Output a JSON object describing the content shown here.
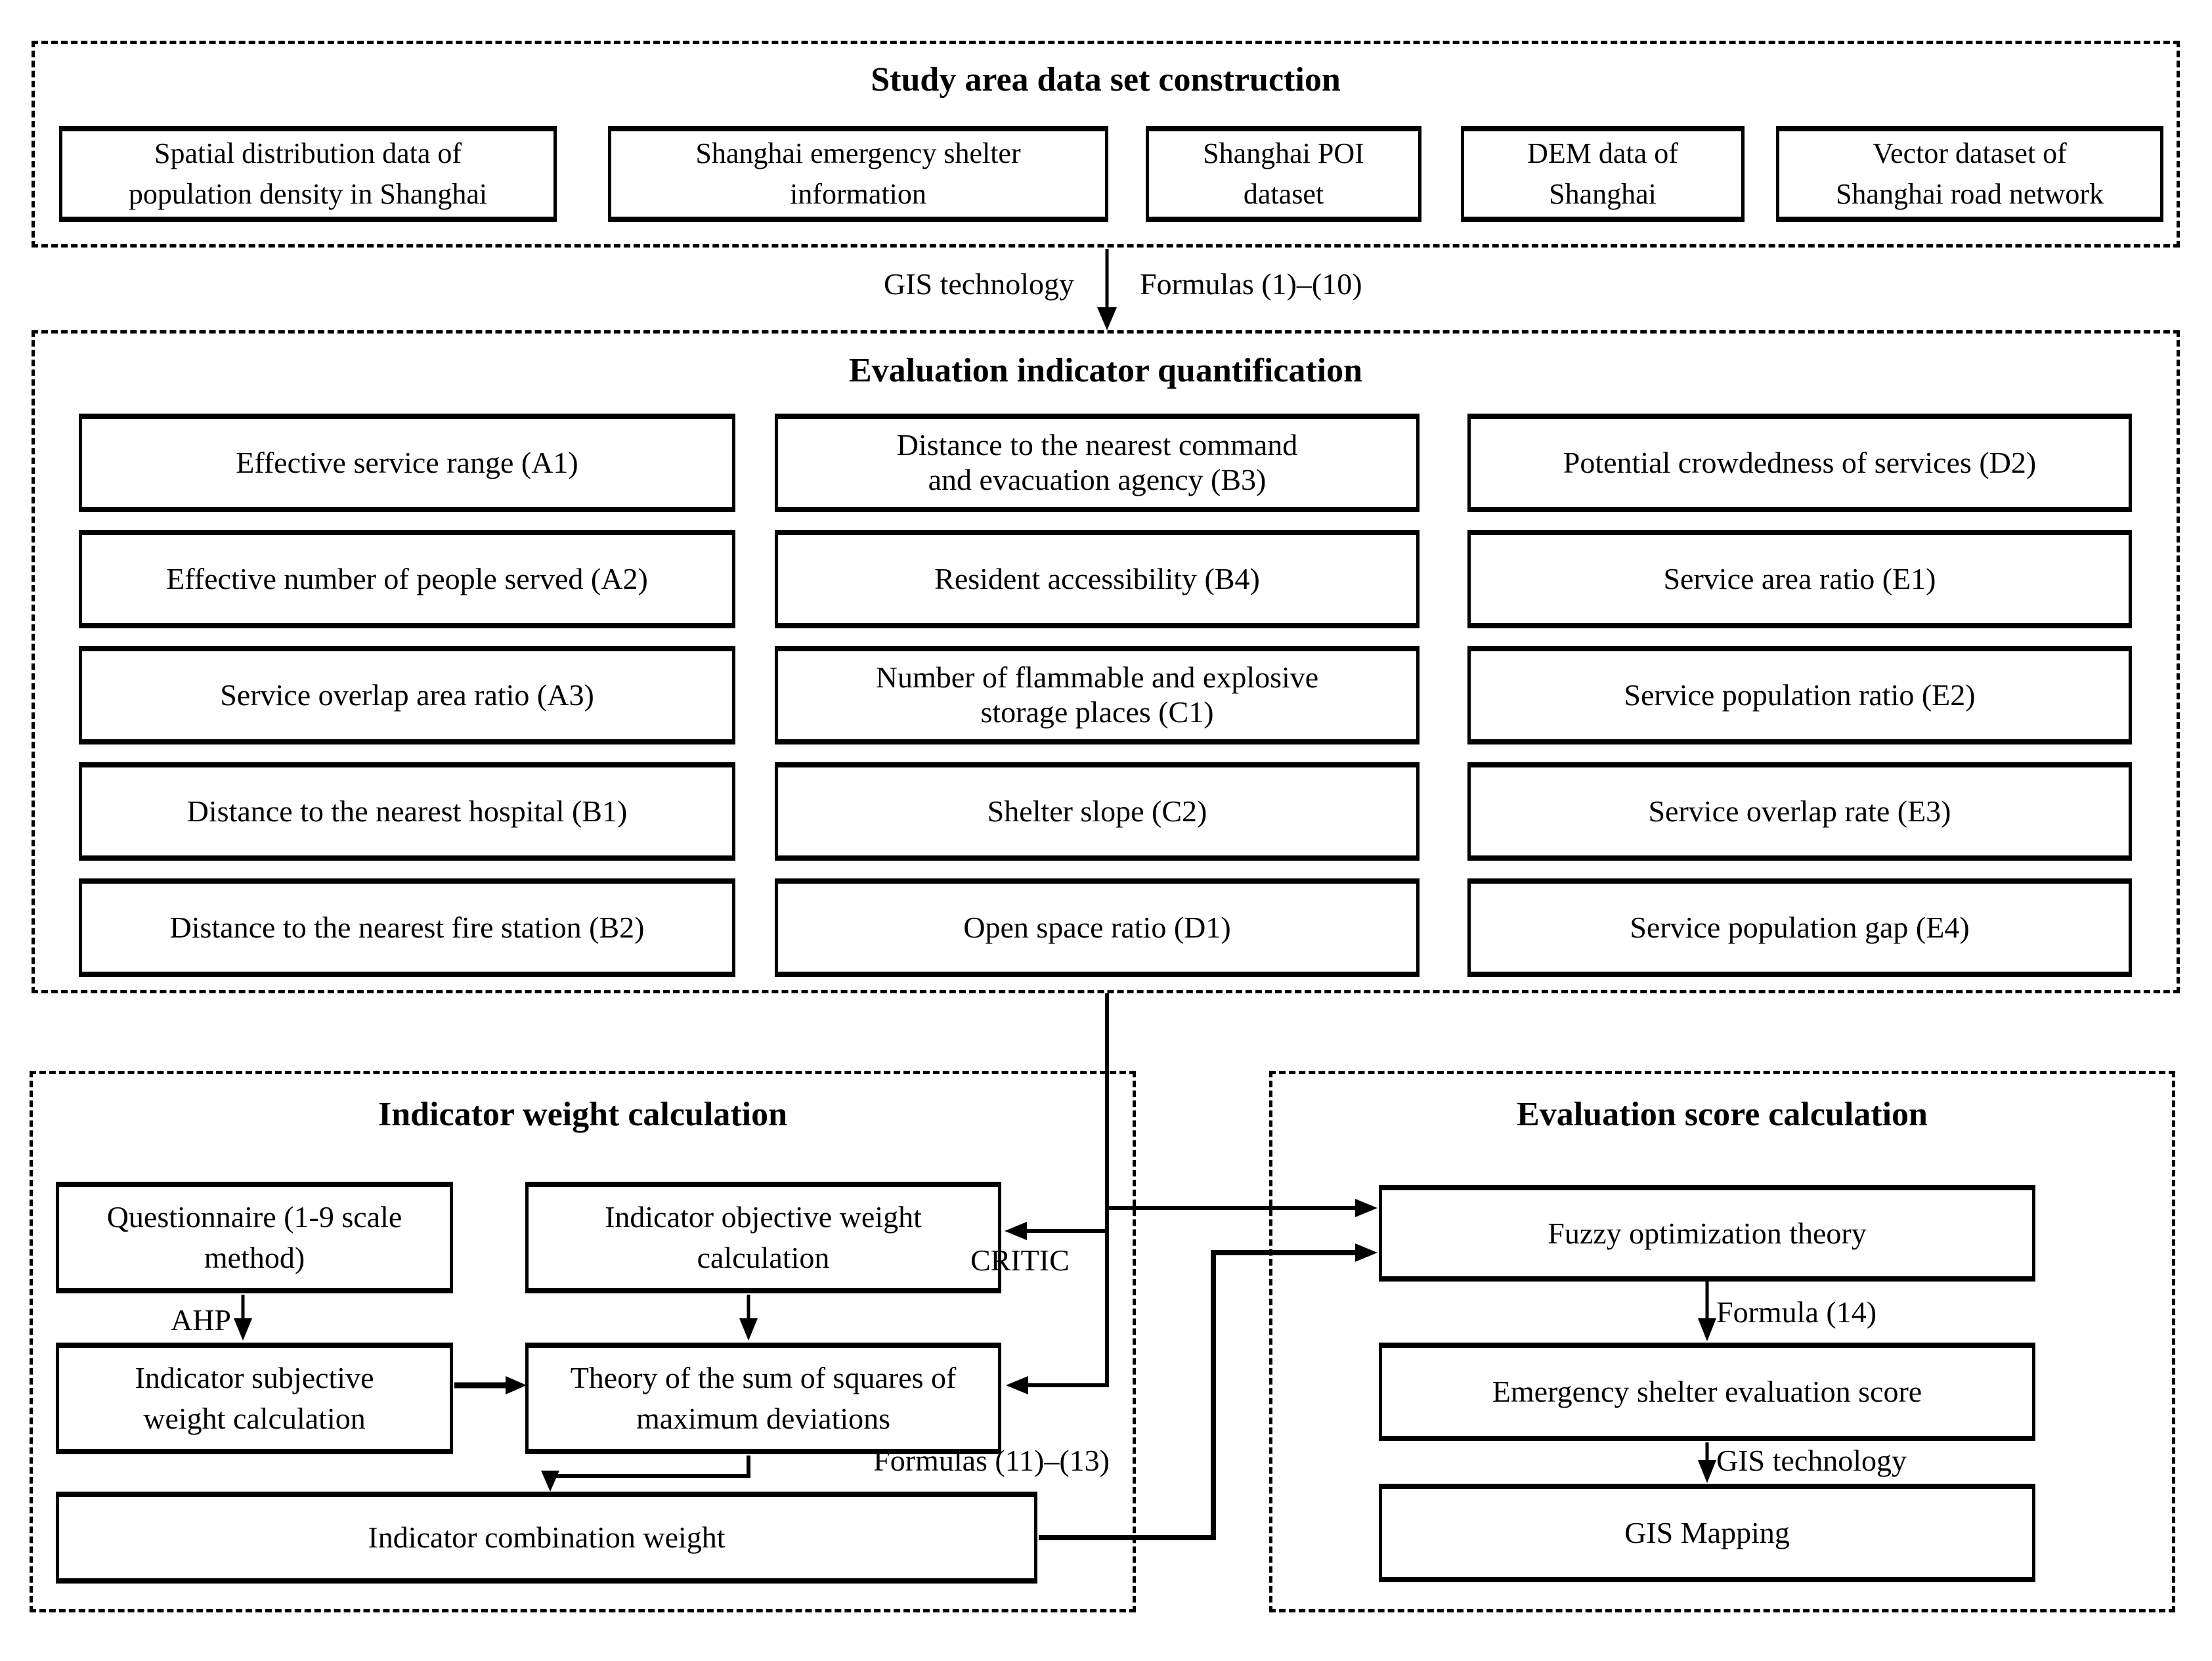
{
  "sections": {
    "study_area": {
      "title": "Study area data set construction",
      "boxes": [
        "Spatial distribution data of\npopulation density in Shanghai",
        "Shanghai emergency shelter\ninformation",
        "Shanghai POI\ndataset",
        "DEM data of\nShanghai",
        "Vector dataset of\nShanghai road network"
      ]
    },
    "transition": {
      "gis_label": "GIS technology",
      "formulas_label": "Formulas (1)–(10)"
    },
    "indicators": {
      "title": "Evaluation indicator quantification",
      "col1": [
        "Effective service range (A1)",
        "Effective number of people served (A2)",
        "Service overlap area ratio (A3)",
        "Distance to the nearest hospital (B1)",
        "Distance to the nearest fire station (B2)"
      ],
      "col2": [
        "Distance to the nearest command\nand evacuation agency (B3)",
        "Resident accessibility (B4)",
        "Number of flammable and explosive\nstorage places (C1)",
        "Shelter slope (C2)",
        "Open space ratio (D1)"
      ],
      "col3": [
        "Potential crowdedness of services (D2)",
        "Service area ratio (E1)",
        "Service population ratio (E2)",
        "Service overlap rate (E3)",
        "Service population gap (E4)"
      ]
    },
    "weights": {
      "title": "Indicator weight calculation",
      "questionnaire": "Questionnaire (1-9 scale\nmethod)",
      "objective": "Indicator objective weight\ncalculation",
      "subjective": "Indicator subjective\nweight calculation",
      "theory": "Theory of the sum of squares of\nmaximum deviations",
      "combination": "Indicator combination weight",
      "ahp_label": "AHP",
      "critic_label": "CRITIC",
      "formulas_label": "Formulas (11)–(13)"
    },
    "score": {
      "title": "Evaluation score calculation",
      "fuzzy": "Fuzzy optimization theory",
      "formula_label": "Formula (14)",
      "evaluation": "Emergency shelter evaluation score",
      "gis_label": "GIS technology",
      "mapping": "GIS Mapping"
    }
  },
  "colors": {
    "line": "#000000",
    "background": "#ffffff",
    "text": "#000000"
  }
}
